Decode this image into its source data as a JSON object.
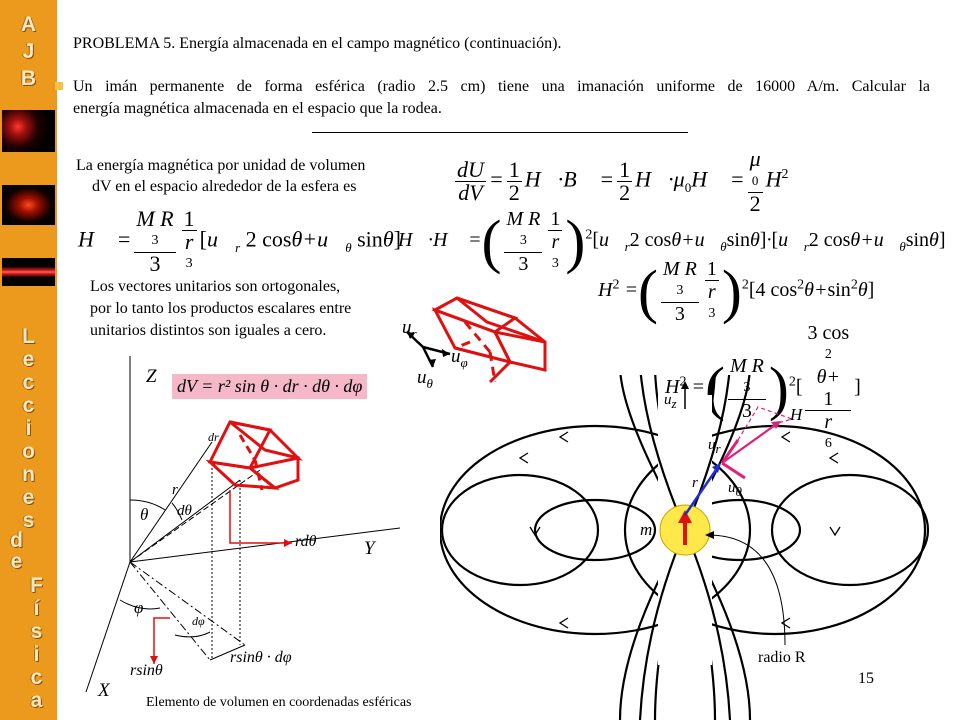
{
  "sidebar": {
    "letters": [
      "A",
      "J",
      "B",
      "L",
      "e",
      "c",
      "c",
      "i",
      "o",
      "n",
      "e",
      "s",
      "d",
      "e",
      "F",
      "í",
      "s",
      "i",
      "c",
      "a"
    ]
  },
  "header": {
    "problem_title": "PROBLEMA 5. Energía almacenada en el campo magnético (continuación).",
    "statement_line1": "Un imán permanente de forma esférica (radio 2.5 cm) tiene una imanación uniforme de 16000 A/m. Calcular la",
    "statement_line2": "energía magnética almacenada en el espacio que la rodea."
  },
  "text": {
    "energy_intro_line1": "La energía magnética por unidad de volumen",
    "energy_intro_line2": "dV en el espacio alrededor de la esfera es",
    "orth_line1": "Los vectores unitarios son ortogonales,",
    "orth_line2": "por lo tanto los productos escalares entre",
    "orth_line3": "unitarios distintos son iguales a cero.",
    "volume_caption": "Elemento de volumen en coordenadas esféricas",
    "radius_label": "radio R",
    "page_number": "15"
  },
  "equations": {
    "dV_formula": "dV = r² sin θ · dr · dθ · dφ"
  },
  "diagram_labels": {
    "Z": "Z",
    "Y": "Y",
    "X": "X",
    "theta": "θ",
    "dtheta": "dθ",
    "r": "r",
    "dr": "dr",
    "rdtheta": "rdθ",
    "phi": "φ",
    "dphi": "dφ",
    "rsintheta": "rsinθ",
    "rsinthetadphi": "rsinθ · dφ",
    "ur": "u",
    "uphi": "u",
    "utheta": "u",
    "uz": "u",
    "H": "H",
    "m": "m"
  },
  "colors": {
    "sidebar_bg": "#ec9a1e",
    "element_red": "#e01010",
    "dv_highlight": "#f4b8c8",
    "magnet_yellow": "#ffe84a",
    "H_vector": "#e0207a",
    "r_vector": "#1a2fd0"
  }
}
